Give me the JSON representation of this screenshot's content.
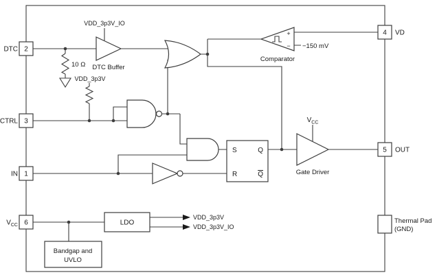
{
  "diagram": {
    "pins": {
      "dtc": {
        "number": "2",
        "label": "DTC"
      },
      "ctrl": {
        "number": "3",
        "label": "CTRL"
      },
      "in": {
        "number": "1",
        "label": "IN"
      },
      "vcc": {
        "number": "6",
        "label_main": "V",
        "label_sub": "CC"
      },
      "vd": {
        "number": "4",
        "label": "VD"
      },
      "out": {
        "number": "5",
        "label": "OUT"
      },
      "thermal": {
        "label_line1": "Thermal Pad",
        "label_line2": "(GND)"
      }
    },
    "blocks": {
      "dtc_buffer": {
        "label": "DTC Buffer",
        "supply": "VDD_3p3V_IO"
      },
      "dtc_resistor": {
        "value": "10 Ω"
      },
      "ctrl_pullup": {
        "supply": "VDD_3p3V"
      },
      "comparator": {
        "label": "Comparator",
        "reference": "−150 mV",
        "plus": "+",
        "minus": "−"
      },
      "latch": {
        "s": "S",
        "q": "Q",
        "r": "R",
        "q_bar": "Q"
      },
      "gate_driver": {
        "label": "Gate Driver",
        "supply_main": "V",
        "supply_sub": "CC"
      },
      "ldo": {
        "label": "LDO",
        "output1": "VDD_3p3V",
        "output2": "VDD_3p3V_IO"
      },
      "bandgap": {
        "label_line1": "Bandgap and",
        "label_line2": "UVLO"
      }
    },
    "colors": {
      "line": "#3d3d3d",
      "text": "#1a1a1a",
      "background": "#ffffff"
    }
  }
}
